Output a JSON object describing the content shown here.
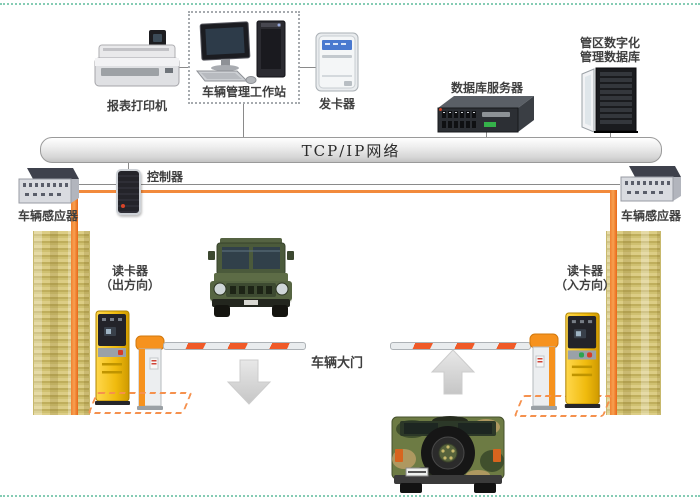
{
  "diagram": {
    "network_label": "TCP/IP网络",
    "gate_label": "车辆大门"
  },
  "devices": {
    "printer": {
      "label": "报表打印机"
    },
    "workstation": {
      "label": "车辆管理工作站"
    },
    "card_issuer": {
      "label": "发卡器"
    },
    "database_server": {
      "label": "数据库服务器"
    },
    "district_database": {
      "label_line1": "管区数字化",
      "label_line2": "管理数据库"
    },
    "controller": {
      "label": "控制器"
    },
    "vehicle_sensor_left": {
      "label": "车辆感应器"
    },
    "vehicle_sensor_right": {
      "label": "车辆感应器"
    },
    "card_reader_exit": {
      "title": "读卡器",
      "direction": "（出方向）"
    },
    "card_reader_entry": {
      "title": "读卡器",
      "direction": "（入方向）"
    }
  },
  "colors": {
    "border_dots_teal": "#85ccb4",
    "accent_orange": "#f0752c",
    "loop_dash_orange": "#f5914e",
    "wall_tan": "#d2c178",
    "kiosk_yellow": "#f2c11d",
    "barrier_orange": "#f6921e",
    "network_bar_silver": "#d6d6d6"
  }
}
